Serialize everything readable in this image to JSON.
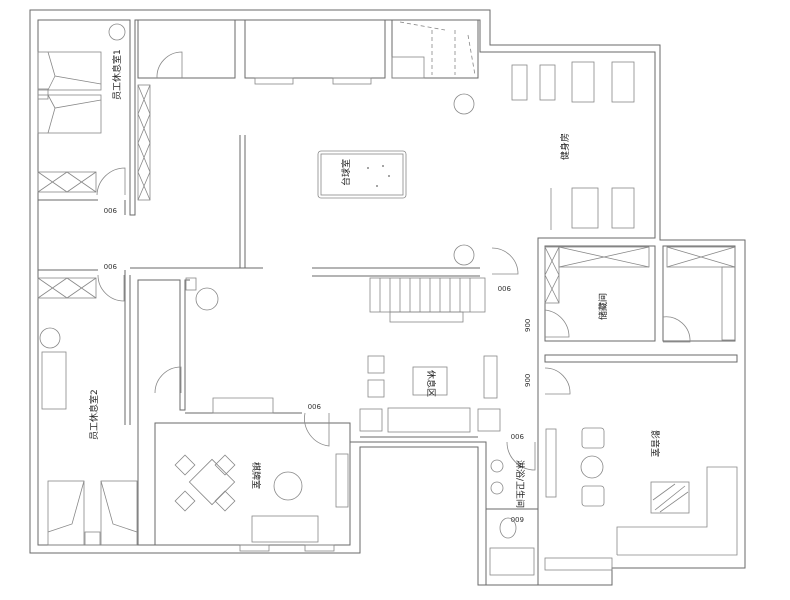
{
  "plan": {
    "rooms": {
      "staff_rest_1": "员工休息室1",
      "billiards": "台球室",
      "gym": "健身房",
      "storage": "储藏间",
      "lounge": "休息区",
      "chess_room": "棋牌室",
      "staff_rest_2": "员工休息室2",
      "shower_wc": "淋浴/卫生间",
      "av_room": "影音室"
    },
    "dimensions": {
      "door_900": "900",
      "door_600": "600"
    },
    "colors": {
      "line": "#6a6a6a",
      "background": "#ffffff"
    }
  }
}
